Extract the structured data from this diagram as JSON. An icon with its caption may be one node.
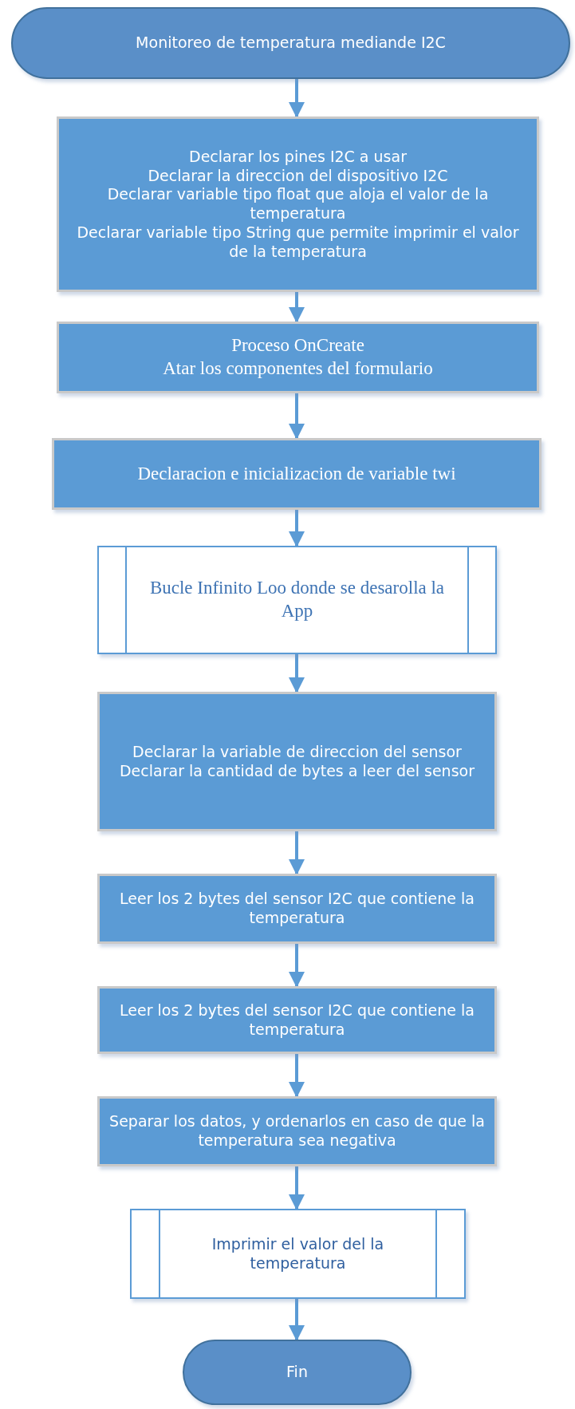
{
  "diagram": {
    "nodes": [
      {
        "text": [
          "Monitoreo de temperatura mediande I2C"
        ]
      },
      {
        "text": [
          "Declarar los pines I2C a usar",
          "Declarar la direccion del dispositivo I2C",
          "Declarar variable tipo float que aloja el valor de la temperatura",
          "Declarar variable tipo String que permite imprimir el valor de la temperatura"
        ]
      },
      {
        "text": [
          "Proceso OnCreate",
          "Atar los componentes del formulario"
        ]
      },
      {
        "text": [
          "Declaracion e inicializacion de variable twi"
        ]
      },
      {
        "text": [
          "Bucle Infinito Loo donde se desarolla la App"
        ]
      },
      {
        "text": [
          "Declarar la variable de direccion del sensor",
          "Declarar la cantidad de bytes a leer del sensor"
        ]
      },
      {
        "text": [
          "Leer los 2 bytes del sensor I2C que contiene la temperatura"
        ]
      },
      {
        "text": [
          "Leer los 2 bytes del sensor I2C que contiene la temperatura"
        ]
      },
      {
        "text": [
          "Separar los datos, y ordenarlos en caso de que la temperatura sea negativa"
        ]
      },
      {
        "text": [
          "Imprimir el valor del la temperatura"
        ]
      },
      {
        "text": [
          "Fin"
        ]
      }
    ],
    "edges": [
      {
        "from": 0,
        "to": 1,
        "arrow": "to"
      },
      {
        "from": 1,
        "to": 2,
        "arrow": "to"
      },
      {
        "from": 2,
        "to": 3,
        "arrow": "to"
      },
      {
        "from": 3,
        "to": 4,
        "arrow": "to"
      },
      {
        "from": 4,
        "to": 5,
        "arrow": "to"
      },
      {
        "from": 5,
        "to": 6,
        "arrow": "to"
      },
      {
        "from": 6,
        "to": 7,
        "arrow": "to"
      },
      {
        "from": 7,
        "to": 8,
        "arrow": "to"
      },
      {
        "from": 8,
        "to": 9,
        "arrow": "to"
      },
      {
        "from": 9,
        "to": 10,
        "arrow": "to"
      }
    ]
  }
}
